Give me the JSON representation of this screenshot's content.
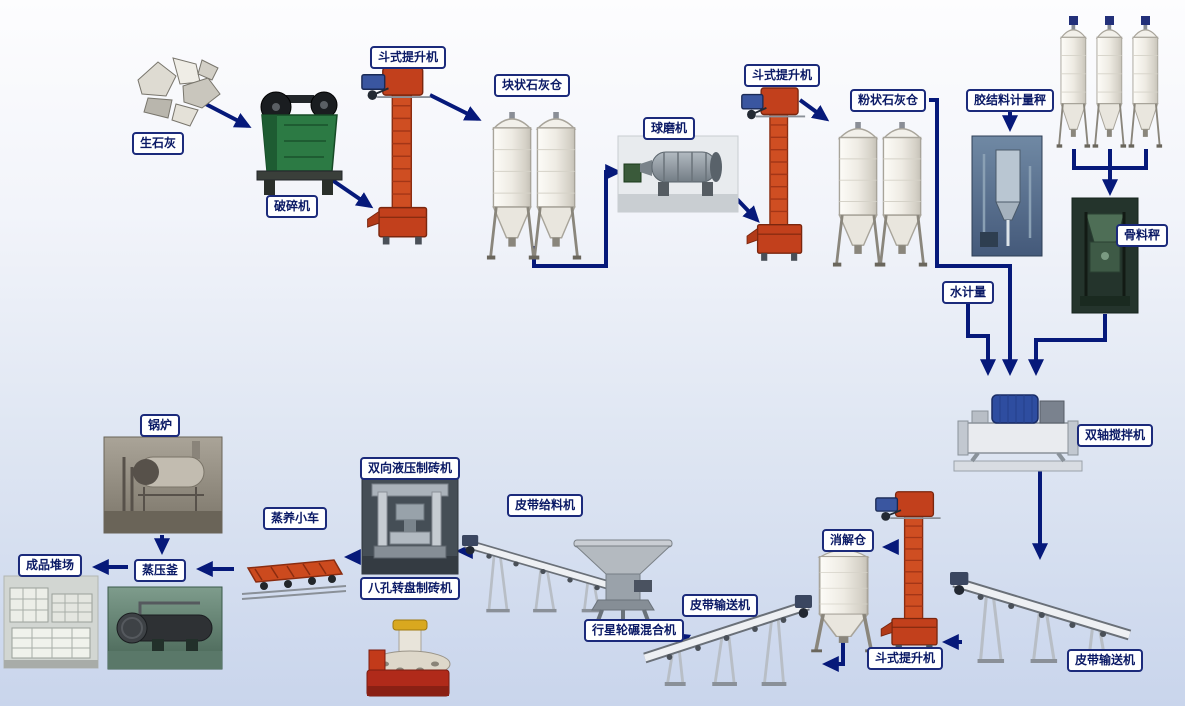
{
  "colors": {
    "background_top": "#fdfdfe",
    "background_bottom": "#c9d5ec",
    "arrow": "#06197a",
    "label_border": "#1b2a7b",
    "label_text": "#0b1a66",
    "label_background": "#ffffff",
    "elevator_red": "#cf4e22",
    "silo_white": "#f2f0ea",
    "crusher_green": "#2c7a44",
    "motor_blue": "#2e4da0"
  },
  "nodes": {
    "quicklime": {
      "label": "生石灰"
    },
    "crusher": {
      "label": "破碎机"
    },
    "bucket_elevator_1": {
      "label": "斗式提升机"
    },
    "lump_lime_silo": {
      "label": "块状石灰仓"
    },
    "ball_mill": {
      "label": "球磨机"
    },
    "bucket_elevator_2": {
      "label": "斗式提升机"
    },
    "powder_lime_silo": {
      "label": "粉状石灰仓"
    },
    "binder_metering_scale": {
      "label": "胶结料计量秤"
    },
    "aggregate_scale": {
      "label": "骨料秤"
    },
    "water_metering": {
      "label": "水计量"
    },
    "twin_shaft_mixer": {
      "label": "双轴搅拌机"
    },
    "slaking_silo": {
      "label": "消解仓"
    },
    "bucket_elevator_3": {
      "label": "斗式提升机"
    },
    "belt_conveyor_right": {
      "label": "皮带输送机"
    },
    "belt_conveyor_middle": {
      "label": "皮带输送机"
    },
    "planetary_wheel_mixer": {
      "label": "行星轮碾混合机"
    },
    "belt_feeder": {
      "label": "皮带给料机"
    },
    "hydraulic_brick_machine": {
      "label": "双向液压制砖机"
    },
    "rotary_brick_machine": {
      "label": "八孔转盘制砖机"
    },
    "curing_trolley": {
      "label": "蒸养小车"
    },
    "autoclave": {
      "label": "蒸压釜"
    },
    "boiler": {
      "label": "锅炉"
    },
    "product_yard": {
      "label": "成品堆场"
    }
  }
}
